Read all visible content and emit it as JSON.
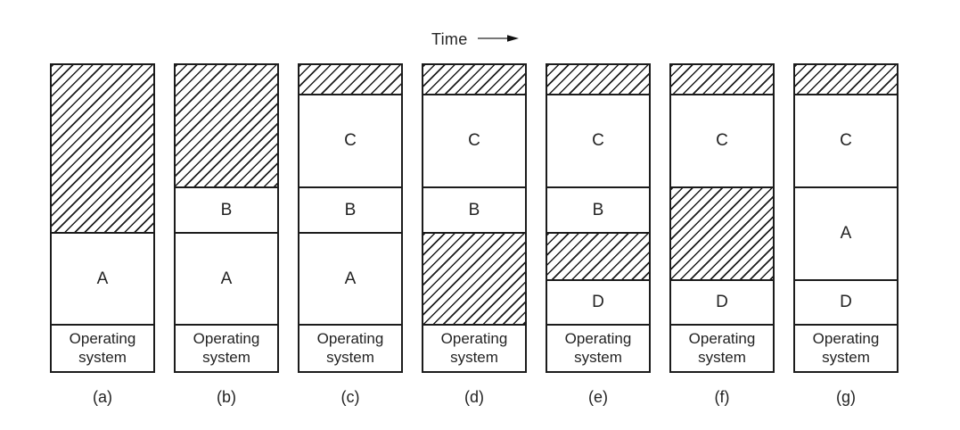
{
  "figure": {
    "time_label": "Time",
    "os_label": {
      "line1": "Operating",
      "line2": "system"
    },
    "columns": [
      {
        "id": "a",
        "caption": "(a)",
        "segments": [
          {
            "kind": "free",
            "height": 187
          },
          {
            "kind": "process",
            "name": "A",
            "height": 103
          }
        ]
      },
      {
        "id": "b",
        "caption": "(b)",
        "segments": [
          {
            "kind": "free",
            "height": 136
          },
          {
            "kind": "process",
            "name": "B",
            "height": 51
          },
          {
            "kind": "process",
            "name": "A",
            "height": 103
          }
        ]
      },
      {
        "id": "c",
        "caption": "(c)",
        "segments": [
          {
            "kind": "free",
            "height": 32
          },
          {
            "kind": "process",
            "name": "C",
            "height": 104
          },
          {
            "kind": "process",
            "name": "B",
            "height": 51
          },
          {
            "kind": "process",
            "name": "A",
            "height": 103
          }
        ]
      },
      {
        "id": "d",
        "caption": "(d)",
        "segments": [
          {
            "kind": "free",
            "height": 32
          },
          {
            "kind": "process",
            "name": "C",
            "height": 104
          },
          {
            "kind": "process",
            "name": "B",
            "height": 51
          },
          {
            "kind": "free",
            "height": 103
          }
        ]
      },
      {
        "id": "e",
        "caption": "(e)",
        "segments": [
          {
            "kind": "free",
            "height": 32
          },
          {
            "kind": "process",
            "name": "C",
            "height": 104
          },
          {
            "kind": "process",
            "name": "B",
            "height": 51
          },
          {
            "kind": "free",
            "height": 53
          },
          {
            "kind": "process",
            "name": "D",
            "height": 50
          }
        ]
      },
      {
        "id": "f",
        "caption": "(f)",
        "segments": [
          {
            "kind": "free",
            "height": 32
          },
          {
            "kind": "process",
            "name": "C",
            "height": 104
          },
          {
            "kind": "free",
            "height": 104
          },
          {
            "kind": "process",
            "name": "D",
            "height": 50
          }
        ]
      },
      {
        "id": "g",
        "caption": "(g)",
        "segments": [
          {
            "kind": "free",
            "height": 32
          },
          {
            "kind": "process",
            "name": "C",
            "height": 104
          },
          {
            "kind": "process",
            "name": "A",
            "height": 104
          },
          {
            "kind": "process",
            "name": "D",
            "height": 50
          }
        ]
      }
    ],
    "colors": {
      "line": "#1c1c1c",
      "text": "#232323",
      "background": "#ffffff"
    },
    "icons": {
      "time_arrow": "right-arrow-icon"
    }
  }
}
